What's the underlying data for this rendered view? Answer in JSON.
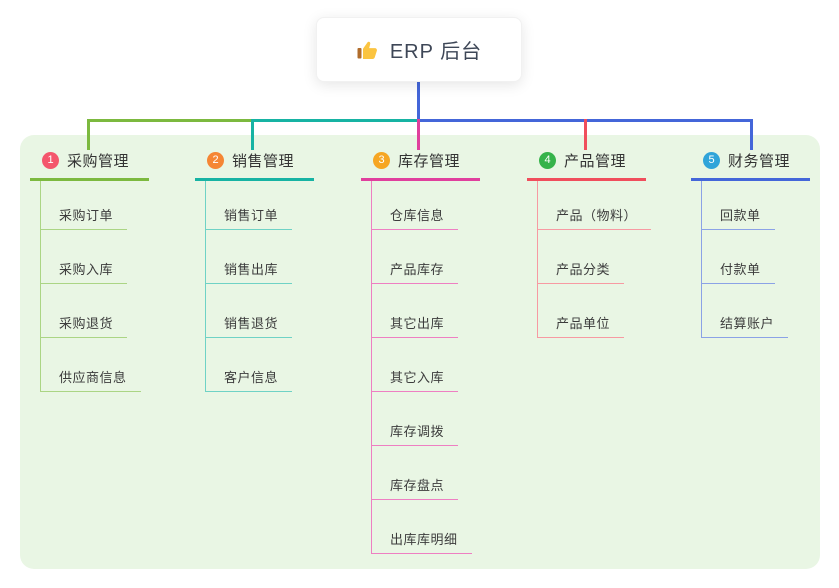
{
  "root": {
    "icon": "thumbs-up-icon",
    "title": "ERP 后台"
  },
  "panel": {
    "background": "#e9f6e4"
  },
  "connector": {
    "root_line_color": "#4466d9"
  },
  "branches": [
    {
      "num": "1",
      "title": "采购管理",
      "accent": "#7cb93f",
      "light": "#abd584",
      "badge_color": "#f4566c",
      "children": [
        "采购订单",
        "采购入库",
        "采购退货",
        "供应商信息"
      ]
    },
    {
      "num": "2",
      "title": "销售管理",
      "accent": "#17b3a3",
      "light": "#6fd2c5",
      "badge_color": "#f58634",
      "children": [
        "销售订单",
        "销售出库",
        "销售退货",
        "客户信息"
      ]
    },
    {
      "num": "3",
      "title": "库存管理",
      "accent": "#e03f9d",
      "light": "#ee7fc2",
      "badge_color": "#f6a623",
      "children": [
        "仓库信息",
        "产品库存",
        "其它出库",
        "其它入库",
        "库存调拨",
        "库存盘点",
        "出库库明细"
      ]
    },
    {
      "num": "4",
      "title": "产品管理",
      "accent": "#f04e5c",
      "light": "#f79aa2",
      "badge_color": "#35b34a",
      "children": [
        "产品（物料）",
        "产品分类",
        "产品单位"
      ]
    },
    {
      "num": "5",
      "title": "财务管理",
      "accent": "#4466d9",
      "light": "#8ba2e6",
      "badge_color": "#30a4d9",
      "children": [
        "回款单",
        "付款单",
        "结算账户"
      ]
    }
  ]
}
